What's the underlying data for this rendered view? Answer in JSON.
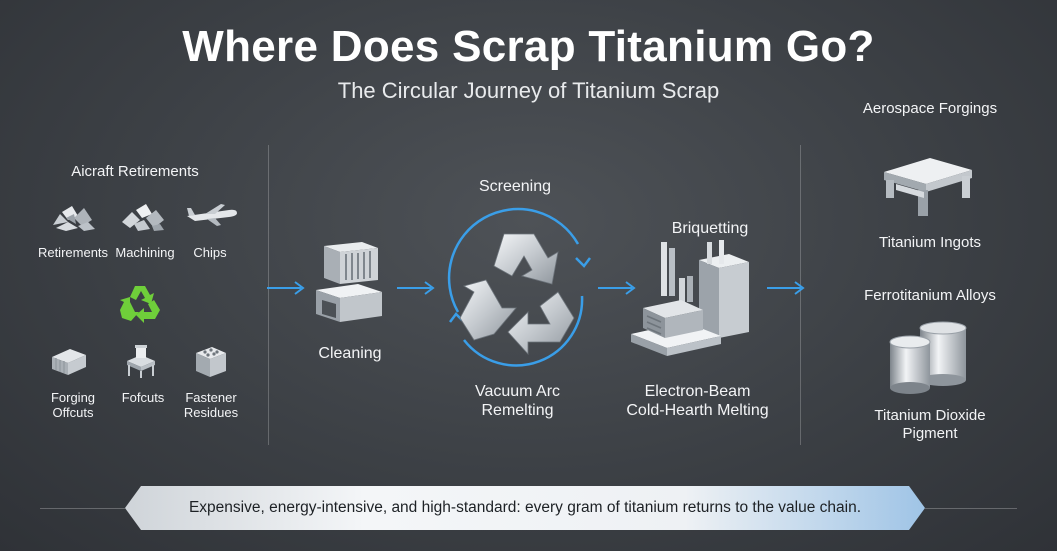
{
  "header": {
    "title": "Where Does Scrap Titanium Go?",
    "subtitle": "The Circular Journey of Titanium Scrap"
  },
  "sources": {
    "heading": "Aicraft Retirements",
    "row1": [
      "Retirements",
      "Machining",
      "Chips"
    ],
    "row2": [
      "Forging\nOffcuts",
      "Fofcuts",
      "Fastener\nResidues"
    ]
  },
  "process": {
    "cleaning": "Cleaning",
    "screening": "Screening",
    "vacuum_arc": "Vacuum Arc\nRemelting",
    "briquetting": "Briquetting",
    "ebchm": "Electron-Beam\nCold-Hearth Melting"
  },
  "outputs": {
    "aerospace": "Aerospace Forgings",
    "ingots": "Titanium Ingots",
    "ferro": "Ferrotitanium Alloys",
    "dioxide": "Titanium Dioxide\nPigment"
  },
  "footer": {
    "banner": "Expensive, energy-intensive, and high-standard: every gram of titanium returns to the value chain."
  },
  "colors": {
    "accent": "#3a9ee8",
    "recycle_green": "#6fcf3a"
  }
}
